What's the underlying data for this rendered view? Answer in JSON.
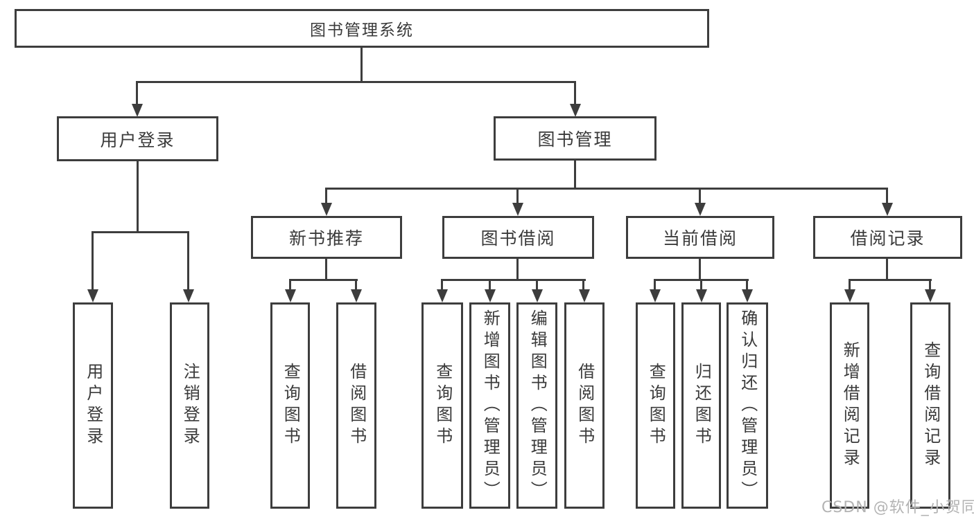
{
  "root": {
    "label": "图书管理系统"
  },
  "user_login_branch": {
    "label": "用户登录",
    "children": [
      {
        "label": "用户登录"
      },
      {
        "label": "注销登录"
      }
    ]
  },
  "book_mgmt_branch": {
    "label": "图书管理",
    "sections": [
      {
        "label": "新书推荐",
        "children": [
          {
            "label": "查询图书"
          },
          {
            "label": "借阅图书"
          }
        ]
      },
      {
        "label": "图书借阅",
        "children": [
          {
            "label": "查询图书"
          },
          {
            "label": "新增图书（管理员）"
          },
          {
            "label": "编辑图书（管理员）"
          },
          {
            "label": "借阅图书"
          }
        ]
      },
      {
        "label": "当前借阅",
        "children": [
          {
            "label": "查询图书"
          },
          {
            "label": "归还图书"
          },
          {
            "label": "确认归还（管理员）"
          }
        ]
      },
      {
        "label": "借阅记录",
        "children": [
          {
            "label": "新增借阅记录"
          },
          {
            "label": "查询借阅记录"
          }
        ]
      }
    ]
  },
  "watermark": {
    "text": "CSDN @软件_小贺同学"
  },
  "colors": {
    "line": "#3d3d3d",
    "text": "#3a3a3a",
    "watermark": "#b3b3b3",
    "background": "#ffffff"
  }
}
